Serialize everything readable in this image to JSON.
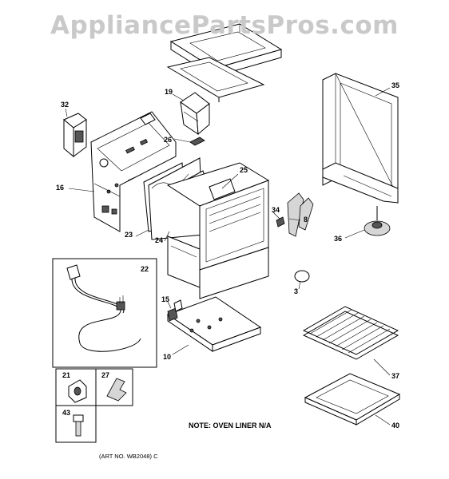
{
  "watermark": "AppliancePartsPros.com",
  "callouts": {
    "c35": "35",
    "c19": "19",
    "c32": "32",
    "c26": "26",
    "c25": "25",
    "c16": "16",
    "c23": "23",
    "c24": "24",
    "c34": "34",
    "c8": "8",
    "c36": "36",
    "c3": "3",
    "c22": "22",
    "c15": "15",
    "c10": "10",
    "c37": "37",
    "c21": "21",
    "c27": "27",
    "c43": "43",
    "c40": "40"
  },
  "note": "NOTE: OVEN LINER N/A",
  "art_number": "(ART NO. WB2048) C",
  "colors": {
    "watermark": "#c9c9c9",
    "line": "#000000",
    "shade": "#d6d6d6"
  }
}
